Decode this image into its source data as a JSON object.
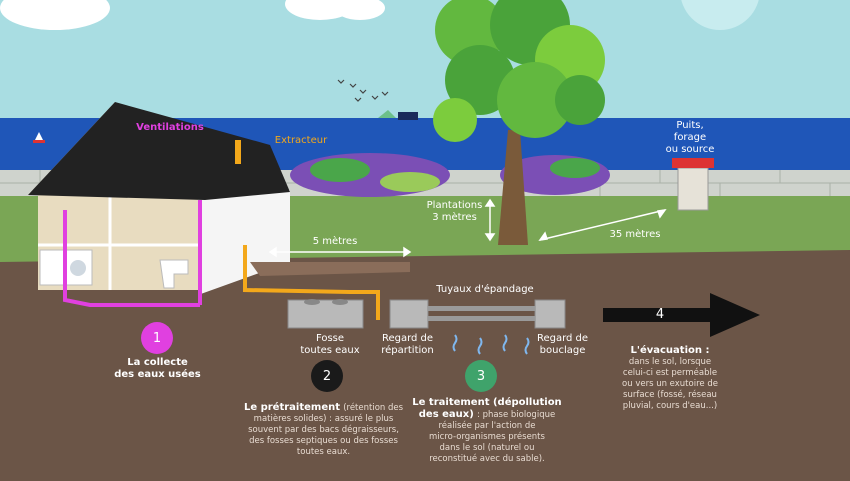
{
  "labels": {
    "ventilations": "Ventilations",
    "extracteur": "Extracteur",
    "puits": [
      "Puits,",
      "forage",
      "ou source"
    ],
    "plantations": [
      "Plantations",
      "3 mètres"
    ],
    "dist_5m": "5 mètres",
    "dist_35m": "35 mètres",
    "tuyaux": "Tuyaux d'épandage",
    "fosse": [
      "Fosse",
      "toutes eaux"
    ],
    "regard_rep": [
      "Regard de",
      "répartition"
    ],
    "regard_bouc": [
      "Regard de",
      "bouclage"
    ]
  },
  "steps": [
    {
      "num": "1",
      "color": "#e040e0",
      "title": [
        "La collecte",
        "des eaux usées"
      ],
      "body": []
    },
    {
      "num": "2",
      "color": "#1a1a1a",
      "title": [
        "Le prétraitement"
      ],
      "body": [
        "(rétention des",
        "matières solides) : assuré le plus",
        "souvent par des bacs dégraisseurs,",
        "des fosses septiques ou des fosses",
        "toutes eaux."
      ]
    },
    {
      "num": "3",
      "color": "#3fa36b",
      "title": [
        "Le traitement (dépollution",
        "des eaux)"
      ],
      "body": [
        ": phase biologique",
        "réalisée par l'action de",
        "micro-organismes présents",
        "dans le sol (naturel ou",
        "reconstitué avec du sable)."
      ]
    },
    {
      "num": "4",
      "color": "#111111",
      "title": [
        "L'évacuation :"
      ],
      "body": [
        "dans le sol, lorsque",
        "celui-ci est perméable",
        "ou vers un exutoire de",
        "surface (fossé, réseau",
        "pluvial, cours d'eau...)"
      ]
    }
  ],
  "colors": {
    "pink": "#e040e0",
    "orange": "#f3a81b",
    "green": "#3fa36b",
    "sky": "#a9dde2",
    "sea": "#1f56b8"
  }
}
